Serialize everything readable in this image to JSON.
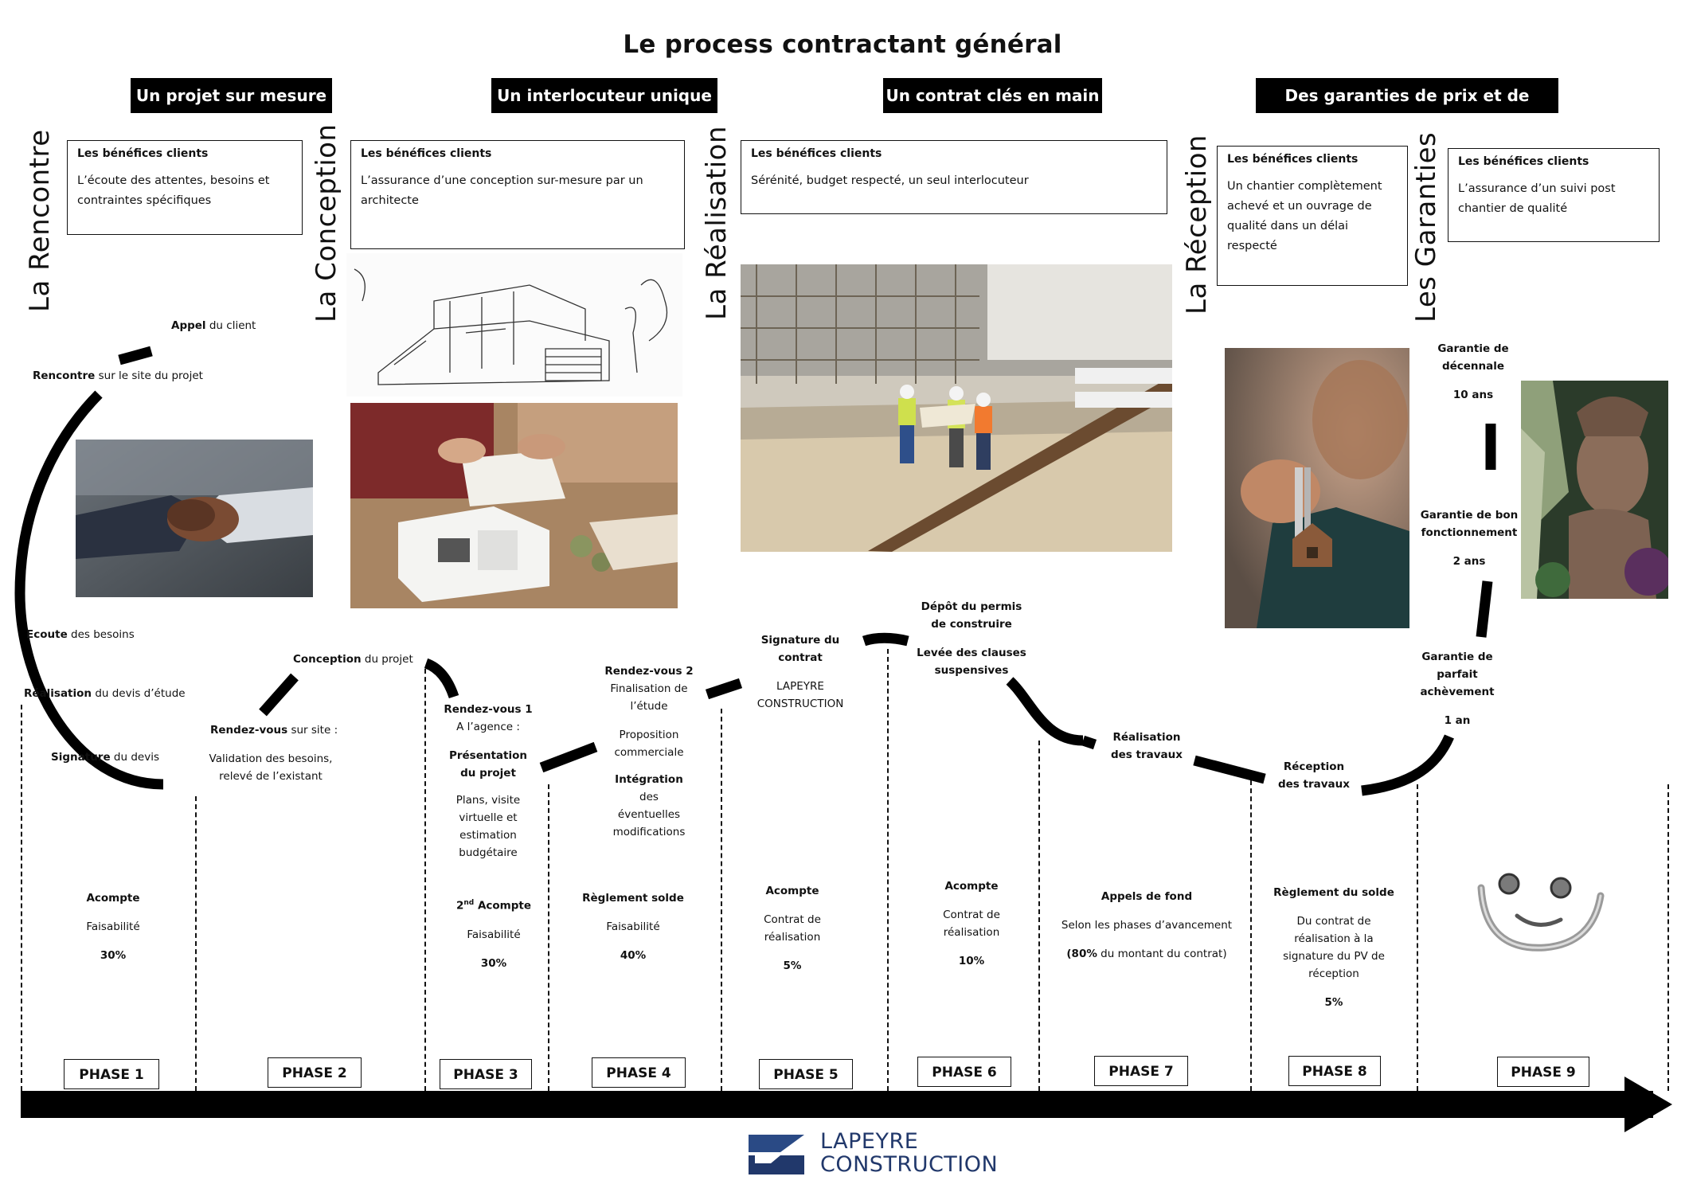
{
  "title": "Le process contractant général",
  "banners": [
    "Un projet sur mesure",
    "Un interlocuteur unique",
    "Un contrat clés en main",
    "Des garanties de prix et de délais"
  ],
  "stages": [
    "La Rencontre",
    "La Conception",
    "La Réalisation",
    "La Réception",
    "Les Garanties"
  ],
  "benefit_heading": "Les bénéfices clients",
  "benefits": [
    "L’écoute des attentes, besoins et contraintes spécifiques",
    "L’assurance d’une conception sur-mesure par un architecte",
    "Sérénité, budget respecté, un seul interlocuteur",
    "Un chantier complètement achevé et un ouvrage de qualité dans un délai respecté",
    "L’assurance d’un suivi post chantier de qualité"
  ],
  "steps": {
    "appel": {
      "bold": "Appel",
      "rest": " du client"
    },
    "rencontre": {
      "bold": "Rencontre",
      "rest": " sur le site du projet"
    },
    "ecoute": {
      "bold": "Ecoute",
      "rest": " des besoins"
    },
    "realisation_devis": {
      "bold": "Réalisation",
      "rest": " du devis d’étude"
    },
    "signature_devis": {
      "bold": "Signature",
      "rest": " du devis"
    },
    "conception": {
      "bold": "Conception",
      "rest": " du projet"
    },
    "rdv_site": {
      "bold": "Rendez-vous",
      "rest": " sur site :"
    },
    "rdv_site_detail": [
      "Validation des besoins,",
      "relevé de l’existant"
    ],
    "rdv1_title": "Rendez-vous 1",
    "rdv1_lines": [
      "A l’agence :"
    ],
    "rdv1_bold2": [
      "Présentation",
      "du projet"
    ],
    "rdv1_detail": [
      "Plans, visite",
      "virtuelle et",
      "estimation",
      "budgétaire"
    ],
    "rdv2_title": "Rendez-vous 2",
    "rdv2_lines": [
      "Finalisation de",
      "l’étude"
    ],
    "rdv2_lines2": [
      "Proposition",
      "commerciale"
    ],
    "rdv2_bold2": "Intégration",
    "rdv2_detail": [
      "des",
      "éventuelles",
      "modifications"
    ],
    "signature_contrat": [
      "Signature du",
      "contrat"
    ],
    "signature_contrat_detail": [
      "LAPEYRE",
      "CONSTRUCTION"
    ],
    "depot": [
      "Dépôt du permis",
      "de construire"
    ],
    "levee": [
      "Levée des clauses",
      "suspensives"
    ],
    "realisation_travaux": [
      "Réalisation",
      "des travaux"
    ],
    "reception_travaux": [
      "Réception",
      "des travaux"
    ],
    "garantie_decennale": [
      "Garantie de",
      "décennale"
    ],
    "garantie_decennale_duree": "10 ans",
    "garantie_bon": [
      "Garantie de bon",
      "fonctionnement"
    ],
    "garantie_bon_duree": "2 ans",
    "garantie_parfait": [
      "Garantie de",
      "parfait",
      "achèvement"
    ],
    "garantie_parfait_duree": "1 an"
  },
  "payments": [
    {
      "title": "Acompte",
      "desc": [
        "Faisabilité"
      ],
      "pct": "30%"
    },
    {
      "title_main": "2",
      "title_sup": "nd",
      "title_rest": " Acompte",
      "desc": [
        "Faisabilité"
      ],
      "pct": "30%"
    },
    {
      "title": "Règlement solde",
      "desc": [
        "Faisabilité"
      ],
      "pct": "40%"
    },
    {
      "title": "Acompte",
      "desc": [
        "Contrat de",
        "réalisation"
      ],
      "pct": "5%"
    },
    {
      "title": "Acompte",
      "desc": [
        "Contrat de",
        "réalisation"
      ],
      "pct": "10%"
    },
    {
      "title": "Appels de fond",
      "desc": [
        "Selon les phases d’avancement"
      ],
      "pct_bold": "(80%",
      "pct_rest": " du montant du contrat)"
    },
    {
      "title": "Règlement du solde",
      "desc": [
        "Du contrat de",
        "réalisation à la",
        "signature du PV de",
        "réception"
      ],
      "pct": "5%"
    }
  ],
  "phases": [
    "PHASE 1",
    "PHASE 2",
    "PHASE 3",
    "PHASE 4",
    "PHASE 5",
    "PHASE 6",
    "PHASE 7",
    "PHASE 8",
    "PHASE 9"
  ],
  "logo": {
    "line1": "LAPEYRE",
    "line2": "CONSTRUCTION"
  },
  "colors": {
    "brand": "#21386b",
    "ink": "#000000"
  }
}
